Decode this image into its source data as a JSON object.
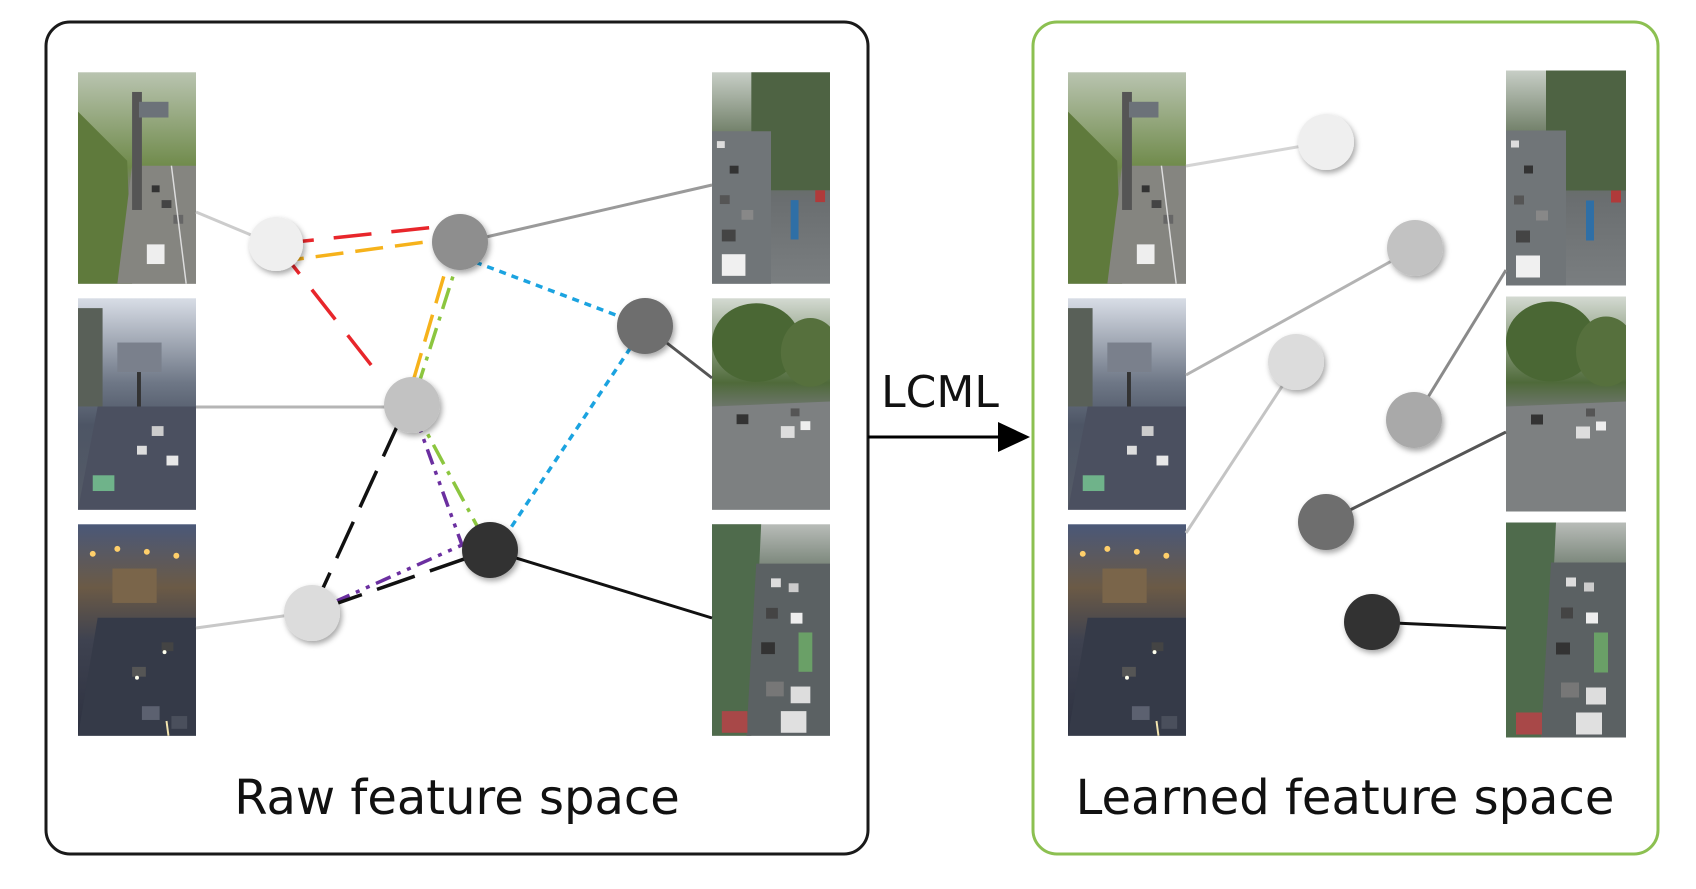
{
  "panels": {
    "raw": {
      "label": "Raw feature space",
      "border_color": "#1a1a1a"
    },
    "learned": {
      "label": "Learned feature space",
      "border_color": "#8cc051"
    }
  },
  "arrow": {
    "label": "LCML"
  },
  "node_colors": {
    "lightest": "#efefef",
    "light": "#dcdcdc",
    "mid_light": "#c2c2c2",
    "mid": "#a9a9a9",
    "mid_dark": "#8e8e8e",
    "dark": "#6e6e6e",
    "darkest": "#333333"
  },
  "link_colors": {
    "red": "#e8262b",
    "orange": "#f6b21b",
    "green": "#8cc63f",
    "blue": "#1ba3e0",
    "purple": "#6b2fa0",
    "black": "#111111"
  },
  "camera_views": [
    "day-highway",
    "cloudy-street",
    "night-street",
    "day-traffic-jam",
    "tree-lined-road",
    "congested-avenue"
  ]
}
